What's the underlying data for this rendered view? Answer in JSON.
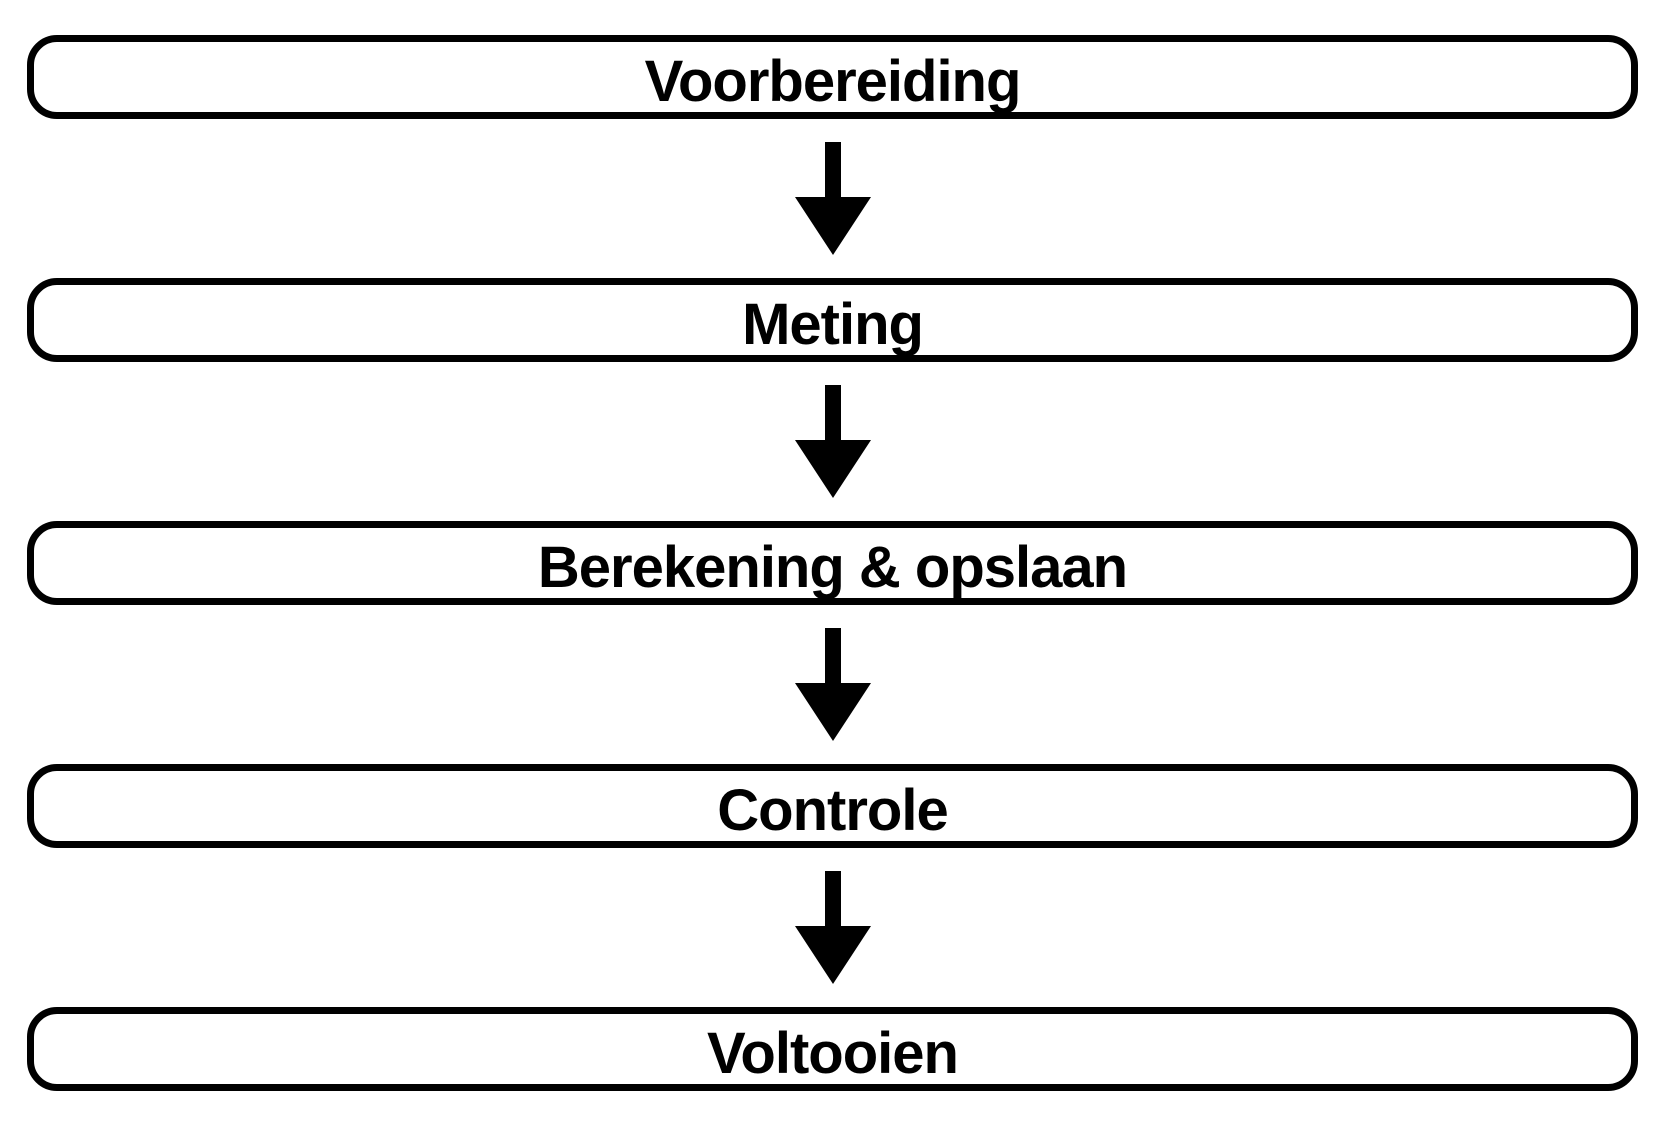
{
  "flowchart": {
    "title": "",
    "direction": "top-to-bottom",
    "steps": [
      {
        "label": "Voorbereiding"
      },
      {
        "label": "Meting"
      },
      {
        "label": "Berekening & opslaan"
      },
      {
        "label": "Controle"
      },
      {
        "label": "Voltooien"
      }
    ],
    "connector": "down-arrow",
    "colors": {
      "background": "#ffffff",
      "box_fill": "#ffffff",
      "box_border": "#000000",
      "text": "#000000",
      "arrow": "#000000"
    }
  }
}
